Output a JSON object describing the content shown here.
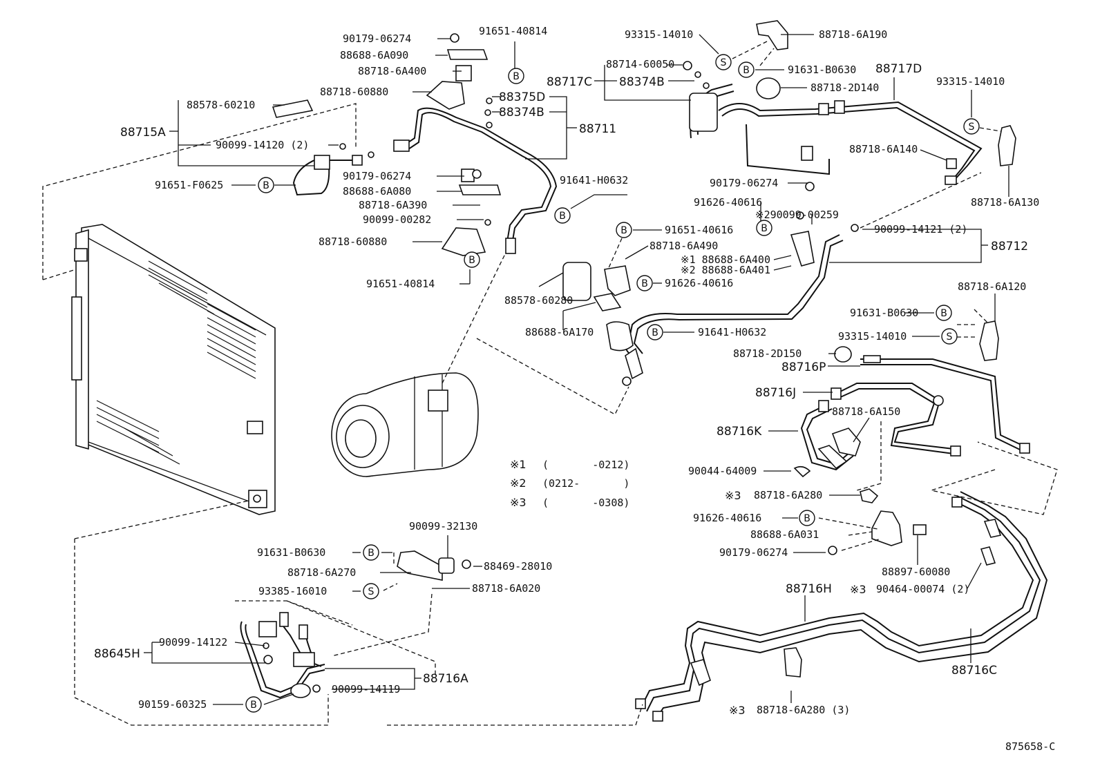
{
  "diagram": {
    "reference_code": "875658-C",
    "notes": [
      {
        "mark": "※1",
        "text": "(       -0212)"
      },
      {
        "mark": "※2",
        "text": "(0212-       )"
      },
      {
        "mark": "※3",
        "text": "(       -0308)"
      }
    ],
    "assemblies": {
      "a88715A": "88715A",
      "a88711": "88711",
      "a88717C": "88717C",
      "a88717D": "88717D",
      "a88712": "88712",
      "a88716P": "88716P",
      "a88716J": "88716J",
      "a88716K": "88716K",
      "a88716H": "88716H",
      "a88716C": "88716C",
      "a88716A": "88716A",
      "a88645H": "88645H"
    },
    "parts": {
      "p90179_06274_a": "90179-06274",
      "p91651_40814_a": "91651-40814",
      "p88688_6A090": "88688-6A090",
      "p88718_6A400": "88718-6A400",
      "p88718_60880_a": "88718-60880",
      "p88578_60210": "88578-60210",
      "p88375D": "88375D",
      "p88374B_a": "88374B",
      "p90099_14120": "90099-14120 (2)",
      "p91651_F0625": "91651-F0625",
      "p90179_06274_b": "90179-06274",
      "p88688_6A080": "88688-6A080",
      "p88718_6A390": "88718-6A390",
      "p90099_00282": "90099-00282",
      "p88718_60880_b": "88718-60880",
      "p91651_40814_b": "91651-40814",
      "p91641_H0632_a": "91641-H0632",
      "p93315_14010_a": "93315-14010",
      "p88718_6A190": "88718-6A190",
      "p88714_60050": "88714-60050",
      "p88374B_b": "88374B",
      "p91631_B0630_a": "91631-B0630",
      "p88718_2D140": "88718-2D140",
      "p93315_14010_b": "93315-14010",
      "p88718_6A140": "88718-6A140",
      "p88718_6A130": "88718-6A130",
      "p90179_06274_c": "90179-06274",
      "p91626_40616_a": "91626-40616",
      "p290099_00259": "※290099-00259",
      "p91651_40616": "91651-40616",
      "p90099_14121": "90099-14121 (2)",
      "p88718_6A490": "88718-6A490",
      "p88688_6A400": "※1 88688-6A400",
      "p88688_6A401": "※2 88688-6A401",
      "p91626_40616_b": "91626-40616",
      "p88578_60280": "88578-60280",
      "p88688_6A170": "88688-6A170",
      "p91641_H0632_b": "91641-H0632",
      "p88718_6A120": "88718-6A120",
      "p91631_B0630_b": "91631-B0630",
      "p93315_14010_c": "93315-14010",
      "p88718_2D150": "88718-2D150",
      "p88718_6A150": "88718-6A150",
      "p90044_64009": "90044-64009",
      "p88718_6A280_a": "88718-6A280",
      "p91626_40616_c": "91626-40616",
      "p88688_6A031": "88688-6A031",
      "p90179_06274_d": "90179-06274",
      "p88897_60080": "88897-60080",
      "p90464_00074": "90464-00074 (2)",
      "p88718_6A280_b": "88718-6A280 (3)",
      "p90099_32130": "90099-32130",
      "p91631_B0630_c": "91631-B0630",
      "p88469_28010": "88469-28010",
      "p88718_6A270": "88718-6A270",
      "p88718_6A020": "88718-6A020",
      "p93385_16010": "93385-16010",
      "p90099_14122": "90099-14122",
      "p90099_14119": "90099-14119",
      "p90159_60325": "90159-60325"
    },
    "marks": {
      "star3": "※3",
      "bolt_mark": "B",
      "stud_mark": "S"
    }
  }
}
